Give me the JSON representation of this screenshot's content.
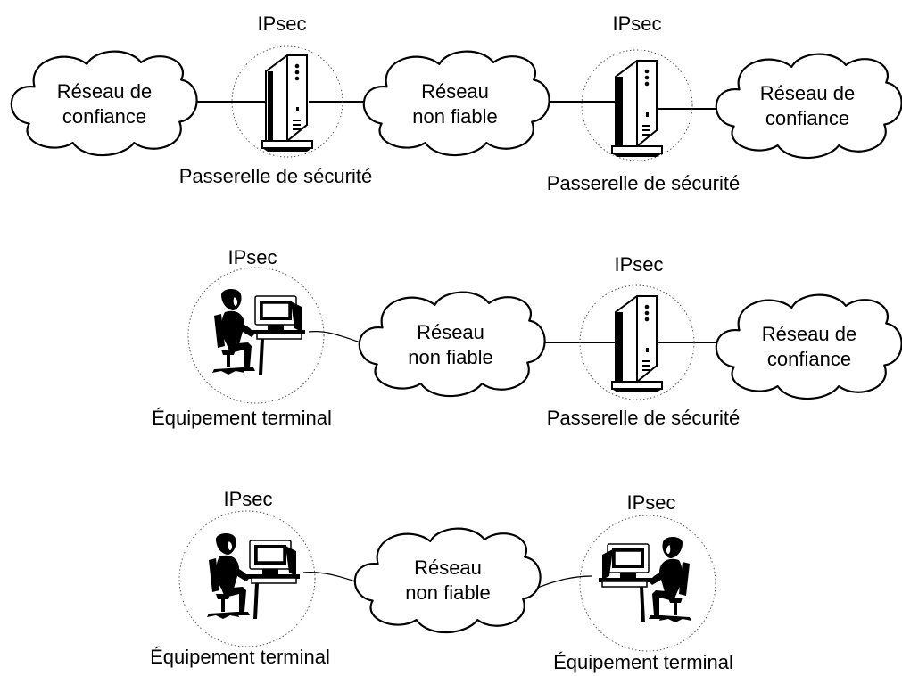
{
  "rows": [
    {
      "left_cloud": [
        "Réseau de",
        "confiance"
      ],
      "gateway1": {
        "top": "IPsec",
        "bottom": "Passerelle de sécurité"
      },
      "middle_cloud": [
        "Réseau",
        "non fiable"
      ],
      "gateway2": {
        "top": "IPsec",
        "bottom": "Passerelle de sécurité"
      },
      "right_cloud": [
        "Réseau de",
        "confiance"
      ]
    },
    {
      "terminal": {
        "top": "IPsec",
        "bottom": "Équipement terminal"
      },
      "middle_cloud": [
        "Réseau",
        "non fiable"
      ],
      "gateway": {
        "top": "IPsec",
        "bottom": "Passerelle de sécurité"
      },
      "right_cloud": [
        "Réseau de",
        "confiance"
      ]
    },
    {
      "terminal_left": {
        "top": "IPsec",
        "bottom": "Équipement terminal"
      },
      "middle_cloud": [
        "Réseau",
        "non fiable"
      ],
      "terminal_right": {
        "top": "IPsec",
        "bottom": "Équipement terminal"
      }
    }
  ]
}
